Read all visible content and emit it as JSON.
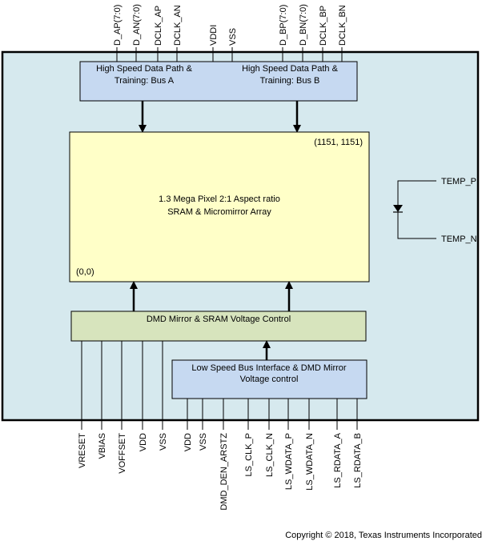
{
  "colors": {
    "chip_body": "#d6e9ee",
    "data_path_block": "#c6d9f1",
    "array_block": "#ffffc8",
    "voltage_block": "#d7e4bd",
    "lowspeed_block": "#c6d9f1",
    "line": "#000000"
  },
  "top_pins": [
    "D_AP(7:0)",
    "D_AN(7:0)",
    "DCLK_AP",
    "DCLK_AN",
    "VDDI",
    "VSS",
    "D_BP(7:0)",
    "D_BN(7:0)",
    "DCLK_BP",
    "DCLK_BN"
  ],
  "blocks": {
    "data_path_a": {
      "line1": "High Speed Data Path &",
      "line2": "Training:  Bus A"
    },
    "data_path_b": {
      "line1": "High Speed Data Path &",
      "line2": "Training:  Bus B"
    },
    "array": {
      "corner_top": "(1151, 1151)",
      "corner_bottom": "(0,0)",
      "line1": "1.3 Mega Pixel 2:1 Aspect ratio",
      "line2": "SRAM & Micromirror Array"
    },
    "voltage_control": {
      "label": "DMD Mirror & SRAM Voltage Control"
    },
    "low_speed": {
      "line1": "Low Speed Bus Interface & DMD Mirror",
      "line2": "Voltage control"
    }
  },
  "temp_pins": {
    "positive": "TEMP_P",
    "negative": "TEMP_N"
  },
  "bottom_pins_left": [
    "VRESET",
    "VBIAS",
    "VOFFSET",
    "VDD",
    "VSS"
  ],
  "bottom_pins_right": [
    "VDD",
    "VSS",
    "DMD_DEN_ARSTZ",
    "LS_CLK_P",
    "LS_CLK_N",
    "LS_WDATA_P",
    "LS_WDATA_N",
    "LS_RDATA_A",
    "LS_RDATA_B"
  ],
  "copyright": "Copyright © 2018, Texas Instruments Incorporated"
}
